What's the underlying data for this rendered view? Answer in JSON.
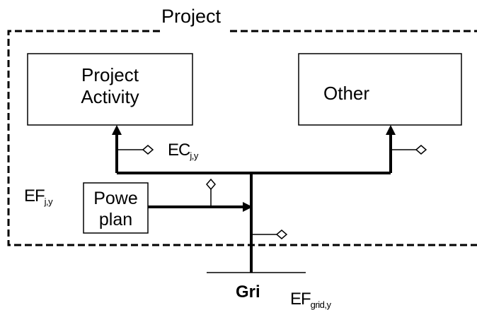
{
  "project": {
    "label": "Project"
  },
  "project_activity": {
    "line1": "Project",
    "line2": "Activity"
  },
  "other": {
    "label": "Other"
  },
  "power_plant": {
    "line1": "Powe",
    "line2": "plan"
  },
  "grid": {
    "label": "Gri"
  },
  "ec": {
    "base": "EC",
    "sub": "j,y"
  },
  "ef_j": {
    "base": "EF",
    "sub": "j,y"
  },
  "ef_grid": {
    "base": "EF",
    "sub": "grid,y"
  },
  "colors": {
    "line": "#000000",
    "background": "#ffffff"
  }
}
